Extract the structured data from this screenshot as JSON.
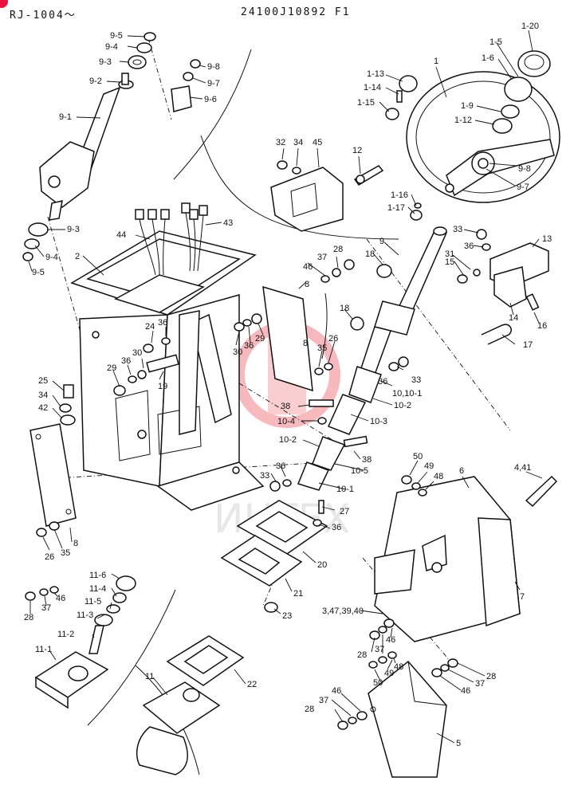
{
  "header": {
    "serial": "RJ-1004〜",
    "drawing_no": "24100J10892 F1"
  },
  "watermark": {
    "text": "ИНТЕХ",
    "color": "#e63946"
  },
  "callouts": [
    {
      "id": "c-9-5a",
      "text": "9-5"
    },
    {
      "id": "c-9-4a",
      "text": "9-4"
    },
    {
      "id": "c-9-3a",
      "text": "9-3"
    },
    {
      "id": "c-9-2",
      "text": "9-2"
    },
    {
      "id": "c-9-1",
      "text": "9-1"
    },
    {
      "id": "c-9-8a",
      "text": "9-8"
    },
    {
      "id": "c-9-7a",
      "text": "9-7"
    },
    {
      "id": "c-9-6",
      "text": "9-6"
    },
    {
      "id": "c-9-3b",
      "text": "9-3"
    },
    {
      "id": "c-9-4b",
      "text": "9-4"
    },
    {
      "id": "c-9-5b",
      "text": "9-5"
    },
    {
      "id": "c-2",
      "text": "2"
    },
    {
      "id": "c-44",
      "text": "44"
    },
    {
      "id": "c-43",
      "text": "43"
    },
    {
      "id": "c-24",
      "text": "24"
    },
    {
      "id": "c-36a",
      "text": "36"
    },
    {
      "id": "c-30a",
      "text": "30"
    },
    {
      "id": "c-36b",
      "text": "36"
    },
    {
      "id": "c-29a",
      "text": "29"
    },
    {
      "id": "c-19",
      "text": "19"
    },
    {
      "id": "c-30b",
      "text": "30"
    },
    {
      "id": "c-36c",
      "text": "36"
    },
    {
      "id": "c-29b",
      "text": "29"
    },
    {
      "id": "c-25",
      "text": "25"
    },
    {
      "id": "c-34a",
      "text": "34"
    },
    {
      "id": "c-42",
      "text": "42"
    },
    {
      "id": "c-8a",
      "text": "8"
    },
    {
      "id": "c-46a",
      "text": "46"
    },
    {
      "id": "c-37a",
      "text": "37"
    },
    {
      "id": "c-28a",
      "text": "28"
    },
    {
      "id": "c-18a",
      "text": "18"
    },
    {
      "id": "c-8b",
      "text": "8"
    },
    {
      "id": "c-35a",
      "text": "35"
    },
    {
      "id": "c-26a",
      "text": "26"
    },
    {
      "id": "c-18b",
      "text": "18"
    },
    {
      "id": "c-9",
      "text": "9"
    },
    {
      "id": "c-32",
      "text": "32"
    },
    {
      "id": "c-34b",
      "text": "34"
    },
    {
      "id": "c-45",
      "text": "45"
    },
    {
      "id": "c-12",
      "text": "12"
    },
    {
      "id": "c-1-13",
      "text": "1-13"
    },
    {
      "id": "c-1-14",
      "text": "1-14"
    },
    {
      "id": "c-1-15",
      "text": "1-15"
    },
    {
      "id": "c-1",
      "text": "1"
    },
    {
      "id": "c-1-20",
      "text": "1-20"
    },
    {
      "id": "c-1-5",
      "text": "1-5"
    },
    {
      "id": "c-1-6",
      "text": "1-6"
    },
    {
      "id": "c-1-9",
      "text": "1-9"
    },
    {
      "id": "c-1-12",
      "text": "1-12"
    },
    {
      "id": "c-9-8b",
      "text": "9-8"
    },
    {
      "id": "c-9-7b",
      "text": "9-7"
    },
    {
      "id": "c-1-16",
      "text": "1-16"
    },
    {
      "id": "c-1-17",
      "text": "1-17"
    },
    {
      "id": "c-33a",
      "text": "33"
    },
    {
      "id": "c-36d",
      "text": "36"
    },
    {
      "id": "c-13",
      "text": "13"
    },
    {
      "id": "c-31",
      "text": "31"
    },
    {
      "id": "c-15",
      "text": "15"
    },
    {
      "id": "c-14",
      "text": "14"
    },
    {
      "id": "c-16",
      "text": "16"
    },
    {
      "id": "c-17",
      "text": "17"
    },
    {
      "id": "c-36e",
      "text": "36"
    },
    {
      "id": "c-33b",
      "text": "33"
    },
    {
      "id": "c-10-10-1",
      "text": "10,10-1"
    },
    {
      "id": "c-10-2a",
      "text": "10-2"
    },
    {
      "id": "c-38a",
      "text": "38"
    },
    {
      "id": "c-10-4",
      "text": "10-4"
    },
    {
      "id": "c-10-3",
      "text": "10-3"
    },
    {
      "id": "c-10-2b",
      "text": "10-2"
    },
    {
      "id": "c-38b",
      "text": "38"
    },
    {
      "id": "c-10-5",
      "text": "10-5"
    },
    {
      "id": "c-33c",
      "text": "33"
    },
    {
      "id": "c-36f",
      "text": "36"
    },
    {
      "id": "c-10-1",
      "text": "10-1"
    },
    {
      "id": "c-27",
      "text": "27"
    },
    {
      "id": "c-36g",
      "text": "36"
    },
    {
      "id": "c-20",
      "text": "20"
    },
    {
      "id": "c-21",
      "text": "21"
    },
    {
      "id": "c-23",
      "text": "23"
    },
    {
      "id": "c-26b",
      "text": "26"
    },
    {
      "id": "c-35b",
      "text": "35"
    },
    {
      "id": "c-8c",
      "text": "8"
    },
    {
      "id": "c-28b",
      "text": "28"
    },
    {
      "id": "c-37b",
      "text": "37"
    },
    {
      "id": "c-46b",
      "text": "46"
    },
    {
      "id": "c-11-6",
      "text": "11-6"
    },
    {
      "id": "c-11-4",
      "text": "11-4"
    },
    {
      "id": "c-11-5",
      "text": "11-5"
    },
    {
      "id": "c-11-3",
      "text": "11-3"
    },
    {
      "id": "c-11-2",
      "text": "11-2"
    },
    {
      "id": "c-11-1",
      "text": "11-1"
    },
    {
      "id": "c-11",
      "text": "11"
    },
    {
      "id": "c-22",
      "text": "22"
    },
    {
      "id": "c-50a",
      "text": "50"
    },
    {
      "id": "c-49a",
      "text": "49"
    },
    {
      "id": "c-48a",
      "text": "48"
    },
    {
      "id": "c-6",
      "text": "6"
    },
    {
      "id": "c-4-41",
      "text": "4,41"
    },
    {
      "id": "c-7",
      "text": "7"
    },
    {
      "id": "c-3-47-39-40",
      "text": "3,47,39,40"
    },
    {
      "id": "c-46c",
      "text": "46"
    },
    {
      "id": "c-37c",
      "text": "37"
    },
    {
      "id": "c-28c",
      "text": "28"
    },
    {
      "id": "c-48b",
      "text": "48"
    },
    {
      "id": "c-49b",
      "text": "49"
    },
    {
      "id": "c-50b",
      "text": "50"
    },
    {
      "id": "c-28d",
      "text": "28"
    },
    {
      "id": "c-37d",
      "text": "37"
    },
    {
      "id": "c-46d",
      "text": "46"
    },
    {
      "id": "c-46e",
      "text": "46"
    },
    {
      "id": "c-37e",
      "text": "37"
    },
    {
      "id": "c-28e",
      "text": "28"
    },
    {
      "id": "c-5",
      "text": "5"
    }
  ]
}
